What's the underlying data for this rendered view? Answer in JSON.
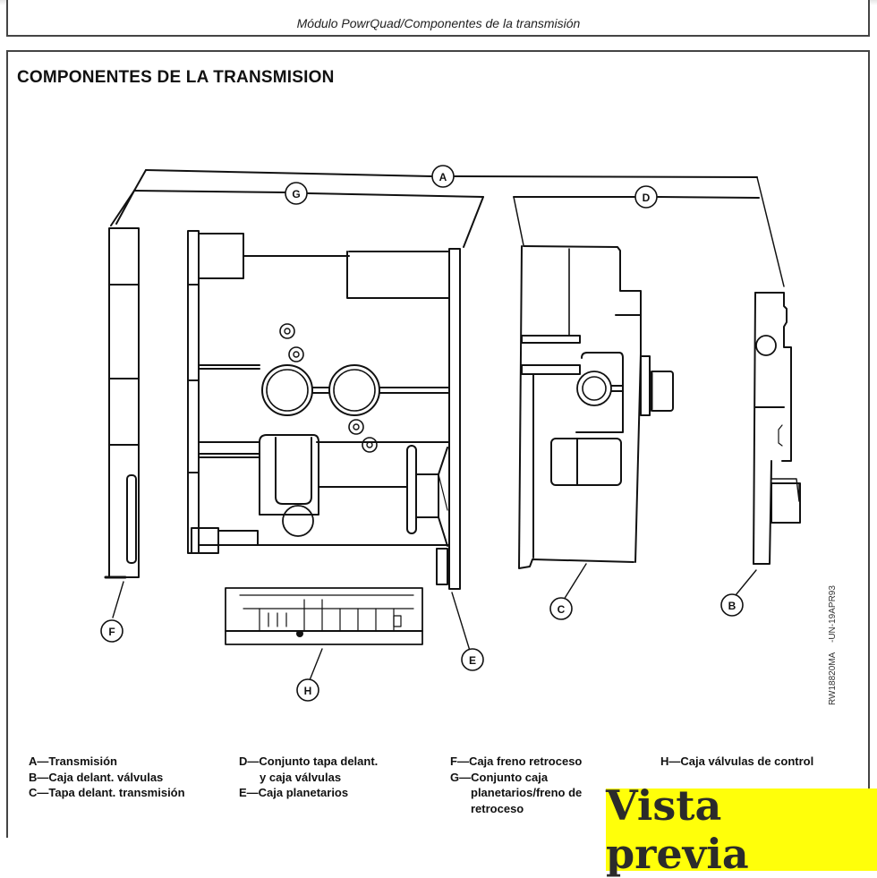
{
  "header": {
    "title": "Módulo PowrQuad/Componentes de la transmisión"
  },
  "section": {
    "title": "COMPONENTES DE LA TRANSMISION"
  },
  "diagram": {
    "callouts": {
      "A": "A",
      "B": "B",
      "C": "C",
      "D": "D",
      "E": "E",
      "F": "F",
      "G": "G",
      "H": "H"
    },
    "figure_code": "RW18820MA",
    "figure_date": "-UN-19APR93"
  },
  "legend": {
    "columns": [
      {
        "items": [
          {
            "text": "A—Transmisión"
          },
          {
            "text": "B—Caja delant. válvulas"
          },
          {
            "text": "C—Tapa delant. transmisión"
          }
        ]
      },
      {
        "items": [
          {
            "text": "D—Conjunto tapa delant.",
            "cont": [
              "y caja válvulas"
            ]
          },
          {
            "text": "E—Caja planetarios"
          }
        ]
      },
      {
        "items": [
          {
            "text": "F—Caja freno retroceso"
          },
          {
            "text": "G—Conjunto caja",
            "cont": [
              "planetarios/freno de",
              "retroceso"
            ]
          }
        ]
      },
      {
        "items": [
          {
            "text": "H—Caja válvulas de control"
          }
        ]
      }
    ]
  },
  "overlay": {
    "preview_label": "Vista previa",
    "preview_color": "#ffff0a"
  }
}
